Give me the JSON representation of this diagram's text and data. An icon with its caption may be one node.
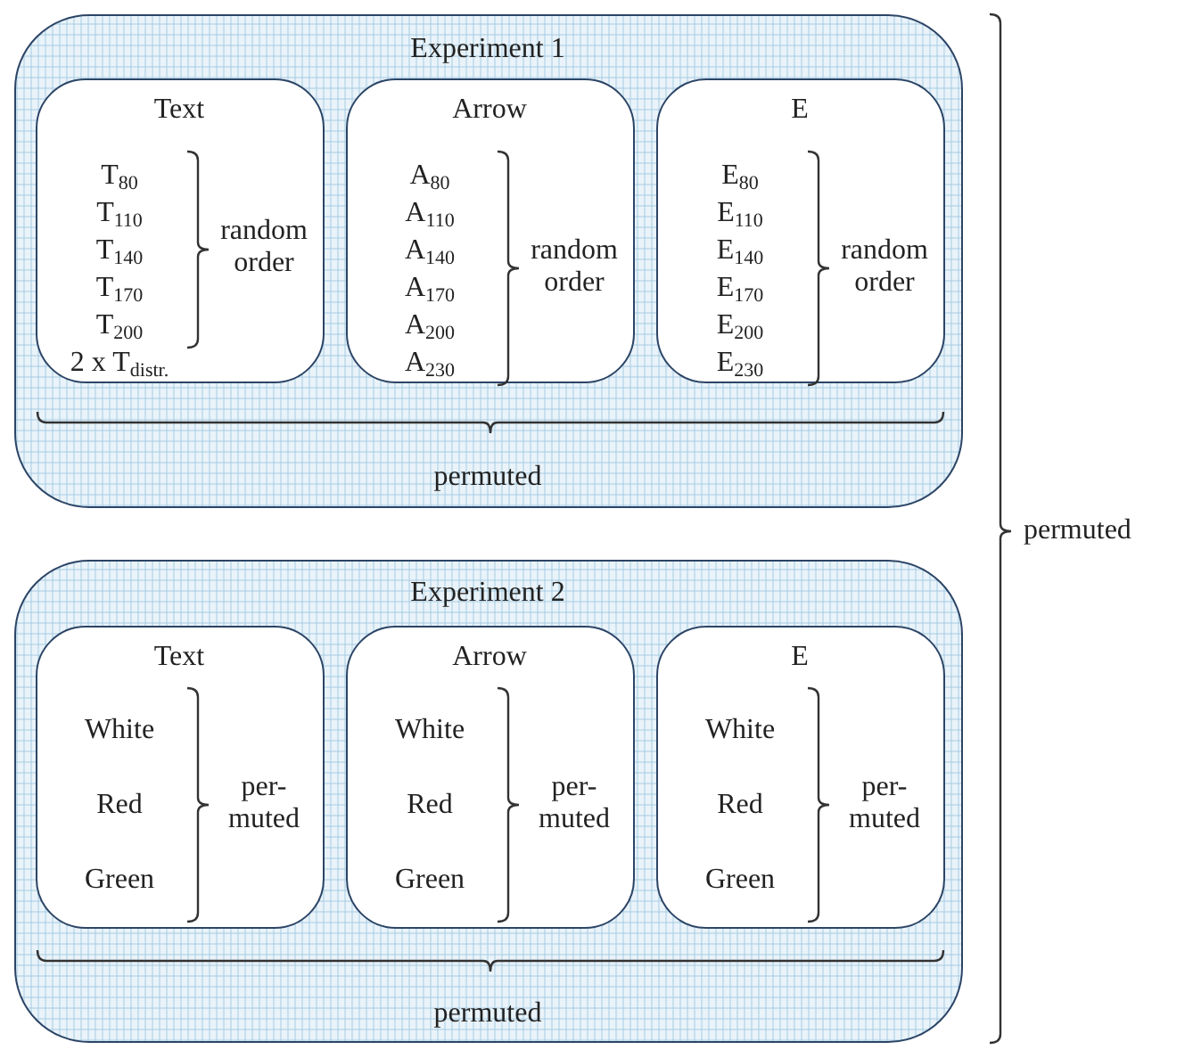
{
  "diagram": {
    "nodes": [
      {
        "text": [
          "Experiment 1",
          "permuted"
        ]
      },
      {
        "text": [
          "Text",
          "T$_{80}$",
          "T$_{110}$",
          "T$_{140}$",
          "T$_{170}$",
          "T$_{200}$",
          "2 x T$_{distr.}$",
          "random order"
        ],
        "in": 0
      },
      {
        "text": [
          "Arrow",
          "A$_{80}$",
          "A$_{110}$",
          "A$_{140}$",
          "A$_{170}$",
          "A$_{200}$",
          "A$_{230}$",
          "random order"
        ],
        "in": 0
      },
      {
        "text": [
          "E",
          "E$_{80}$",
          "E$_{110}$",
          "E$_{140}$",
          "E$_{170}$",
          "E$_{200}$",
          "E$_{230}$",
          "random order"
        ],
        "in": 0
      },
      {
        "text": [
          "Experiment 2",
          "permuted"
        ]
      },
      {
        "text": [
          "Text",
          "White",
          "Red",
          "Green",
          "per- muted"
        ],
        "in": 4
      },
      {
        "text": [
          "Arrow",
          "White",
          "Red",
          "Green",
          "per- muted"
        ],
        "in": 4
      },
      {
        "text": [
          "E",
          "White",
          "Red",
          "Green",
          "per- muted"
        ],
        "in": 4
      }
    ],
    "labels": [
      "permuted"
    ]
  }
}
